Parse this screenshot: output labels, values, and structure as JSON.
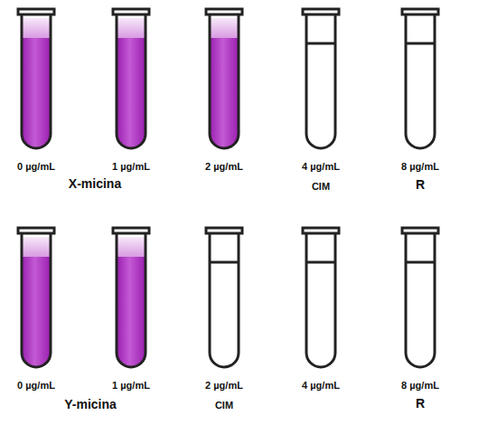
{
  "diagram": {
    "labels": [
      "0 µg/mL",
      "1 µg/mL",
      "2 µg/mL",
      "4 µg/mL",
      "8 µg/mL",
      "X-micina",
      "CIM",
      "R",
      "0 µg/mL",
      "1 µg/mL",
      "2 µg/mL",
      "4 µg/mL",
      "8 µg/mL",
      "Y-micina",
      "CIM",
      "R"
    ]
  }
}
